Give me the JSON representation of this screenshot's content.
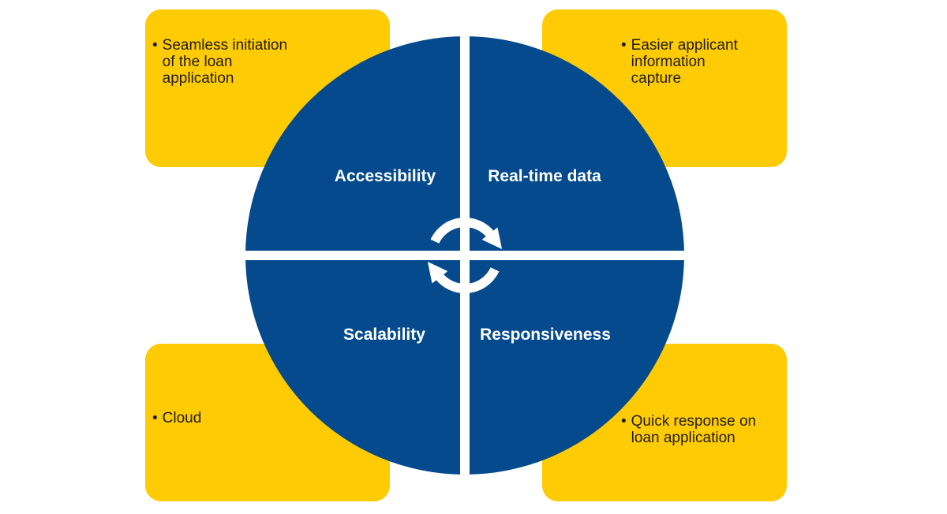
{
  "colors": {
    "circle_blue": "#054A8C",
    "callout_yellow": "#FFCB05",
    "callout_text": "#1F1D15",
    "label_text": "#FFFFFF"
  },
  "quadrants": [
    {
      "position": "top-left",
      "label": "Accessibility"
    },
    {
      "position": "top-right",
      "label": "Real-time data"
    },
    {
      "position": "bottom-left",
      "label": "Scalability"
    },
    {
      "position": "bottom-right",
      "label": "Responsiveness"
    }
  ],
  "callouts": [
    {
      "position": "top-left",
      "bullet": "•",
      "text": "Seamless initiation\nof the loan\napplication"
    },
    {
      "position": "top-right",
      "bullet": "•",
      "text": "Easier applicant\ninformation\ncapture"
    },
    {
      "position": "bottom-left",
      "bullet": "•",
      "text": "Cloud"
    },
    {
      "position": "bottom-right",
      "bullet": "•",
      "text": "Quick response on\nloan application"
    }
  ],
  "center_icon": "cycle-arrows-icon"
}
